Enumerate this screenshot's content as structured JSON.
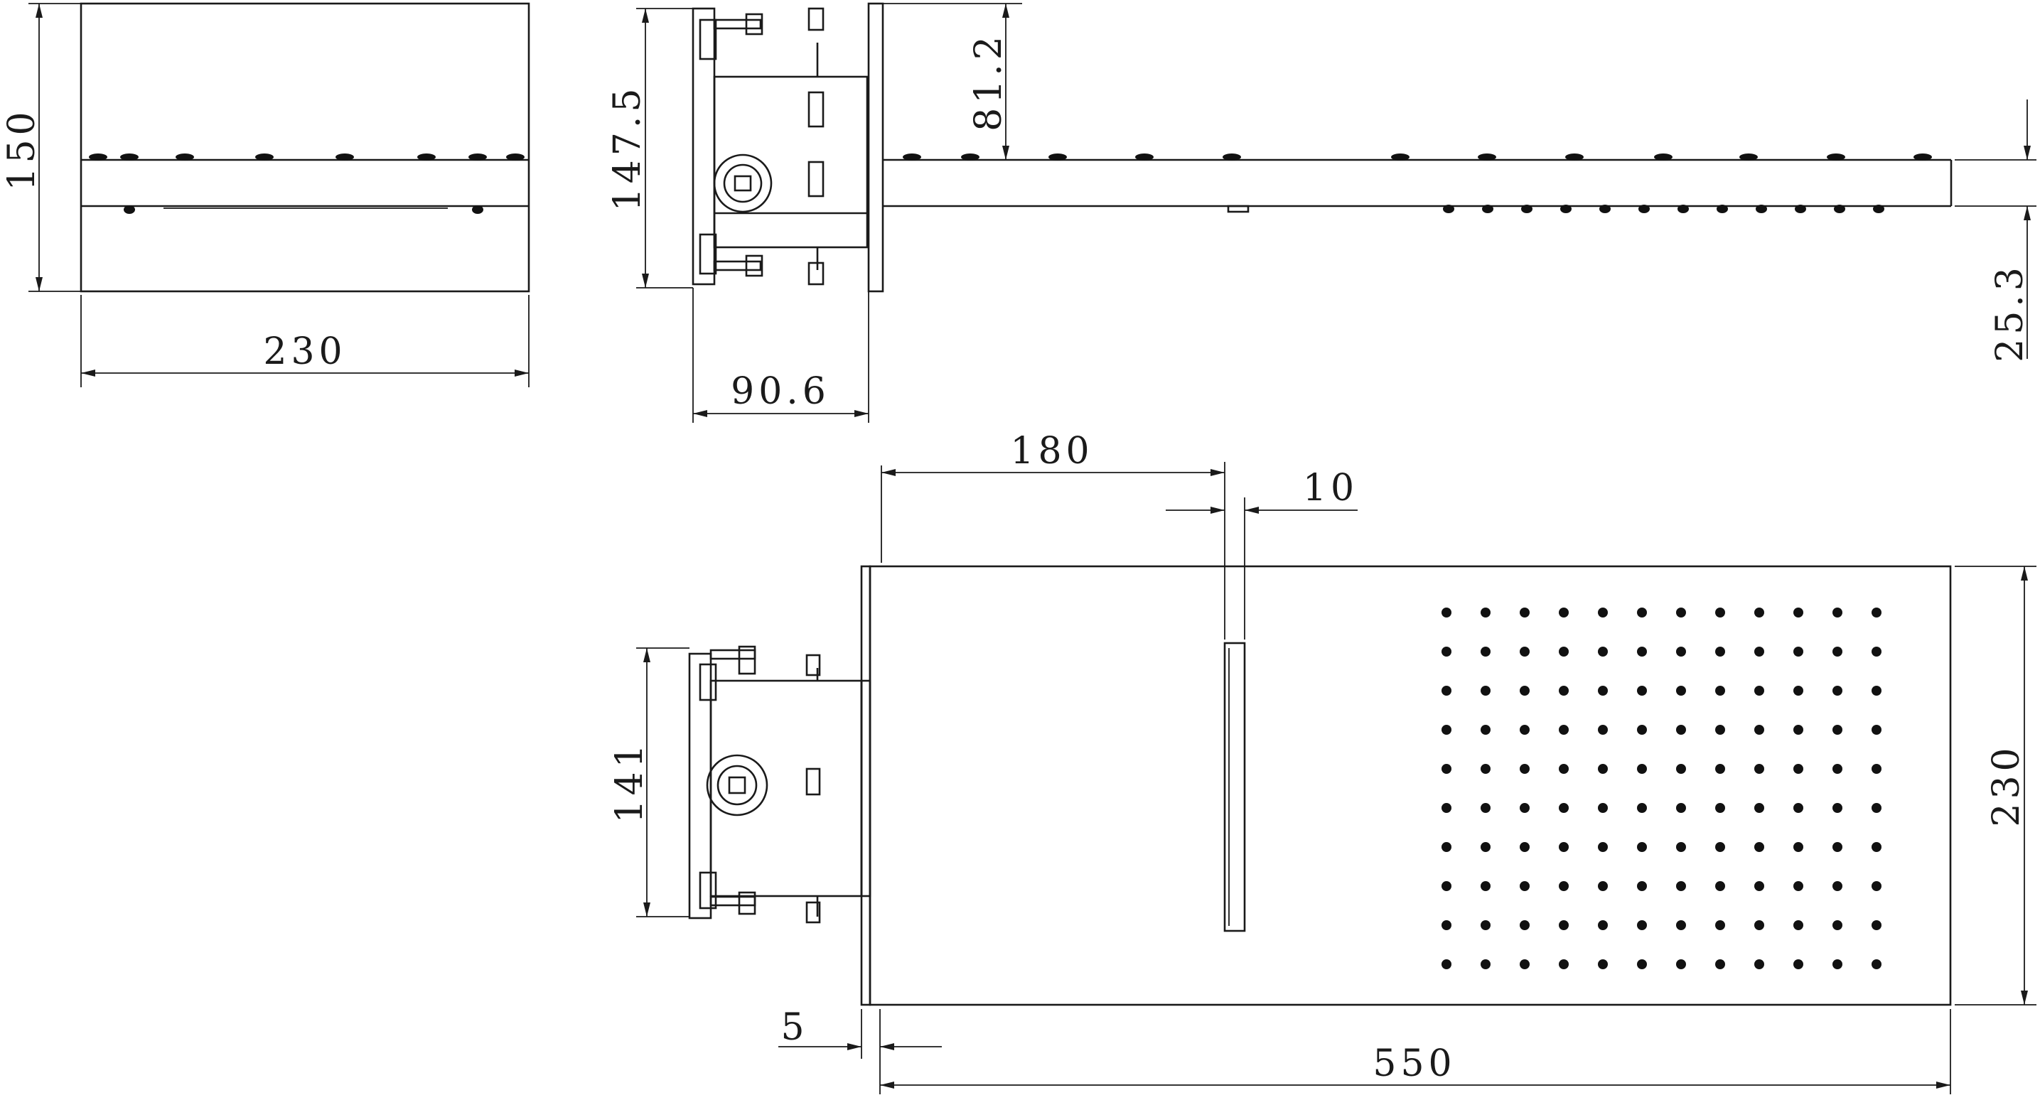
{
  "dimensions": {
    "side_height": "150",
    "side_width": "230",
    "valve_height": "147.5",
    "valve_depth": "90.6",
    "arm_offset": "81.2",
    "head_thickness": "25.3",
    "outlet_position": "180",
    "outlet_width": "10",
    "mount_height": "141",
    "head_width": "230",
    "flange_thickness": "5",
    "head_length": "550"
  },
  "colors": {
    "line": "#1a1a1a",
    "background": "#ffffff"
  }
}
